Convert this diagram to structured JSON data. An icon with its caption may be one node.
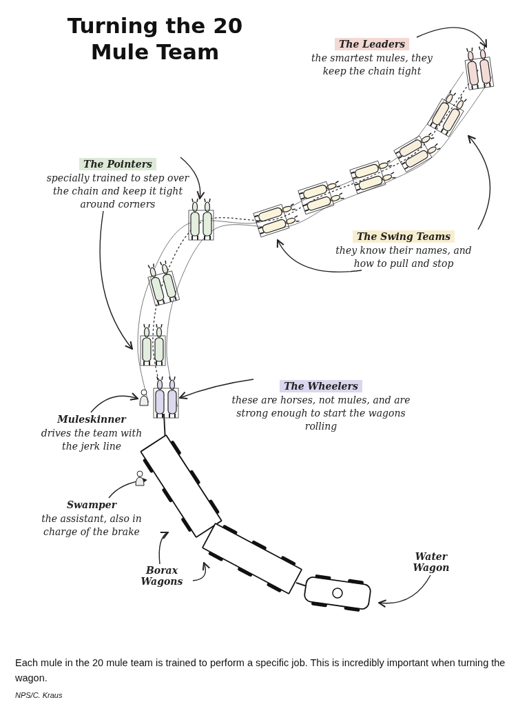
{
  "diagram": {
    "title": "Turning the 20 Mule Team",
    "caption": "Each mule in the 20 mule team is trained to perform a specific job. This is incredibly important when turning the wagon.",
    "nodes": [
      {
        "text": [
          "The Leaders",
          "the smartest mules, they keep the chain tight"
        ]
      },
      {
        "text": [
          "The Pointers",
          "specially trained to step over the chain and keep it tight around corners"
        ]
      },
      {
        "text": [
          "The Swing Teams",
          "they know their names, and how to pull and stop"
        ]
      },
      {
        "text": [
          "The Wheelers",
          "these are horses, not mules, and are strong enough to start the wagons rolling"
        ]
      },
      {
        "text": [
          "Muleskinner",
          "drives the team with the jerk line"
        ]
      },
      {
        "text": [
          "Swamper",
          "the assistant, also in charge of the brake"
        ]
      },
      {
        "text": [
          "Borax Wagons"
        ]
      },
      {
        "text": [
          "Water Wagon"
        ]
      },
      {
        "text": [],
        "shape": "picture"
      },
      {
        "text": [],
        "shape": "picture"
      },
      {
        "text": [],
        "shape": "picture"
      },
      {
        "text": [],
        "shape": "picture"
      },
      {
        "text": [],
        "shape": "picture"
      },
      {
        "text": [],
        "shape": "picture"
      },
      {
        "text": [],
        "shape": "person"
      },
      {
        "text": [],
        "shape": "person"
      },
      {
        "text": [],
        "shape": "picture"
      },
      {
        "text": [],
        "shape": "picture"
      },
      {
        "text": [],
        "shape": "picture"
      }
    ],
    "edges": [
      {
        "from": 0,
        "to": 8,
        "arrow": "to"
      },
      {
        "from": 2,
        "to": 9,
        "arrow": "to"
      },
      {
        "from": 2,
        "to": 10,
        "arrow": "to"
      },
      {
        "from": 1,
        "to": 11,
        "arrow": "to"
      },
      {
        "from": 1,
        "to": 12,
        "arrow": "to"
      },
      {
        "from": 3,
        "to": 13,
        "arrow": "to"
      },
      {
        "from": 4,
        "to": 14,
        "arrow": "to"
      },
      {
        "from": 5,
        "to": 15,
        "arrow": "to"
      },
      {
        "from": 6,
        "to": 16,
        "arrow": "to"
      },
      {
        "from": 6,
        "to": 17,
        "arrow": "to"
      },
      {
        "from": 7,
        "to": 18,
        "arrow": "to"
      }
    ],
    "labels": [
      "NPS/C. Kraus"
    ]
  }
}
